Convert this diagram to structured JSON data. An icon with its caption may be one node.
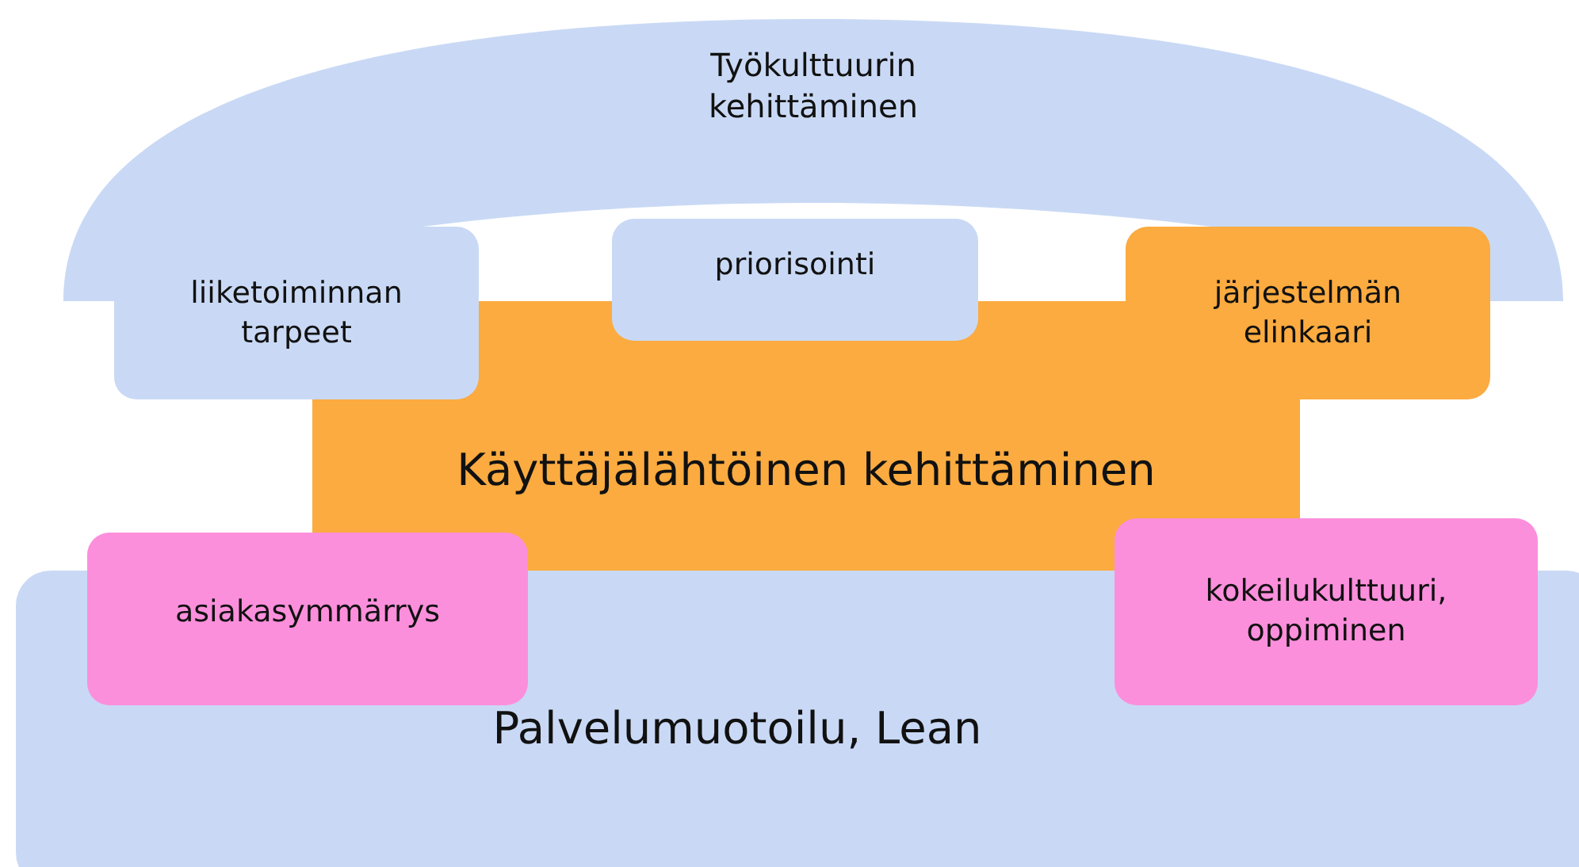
{
  "diagram": {
    "nodes": [
      {
        "text": [
          "Työkulttuurin kehittäminen"
        ]
      },
      {
        "text": [
          "liiketoiminnan tarpeet"
        ]
      },
      {
        "text": [
          "priorisointi"
        ]
      },
      {
        "text": [
          "järjestelmän elinkaari"
        ]
      },
      {
        "text": [
          "Käyttäjälähtöinen kehittäminen"
        ]
      },
      {
        "text": [
          "asiakasymmärrys"
        ]
      },
      {
        "text": [
          "kokeilukulttuuri, oppiminen"
        ]
      },
      {
        "text": [
          "Palvelumuotoilu, Lean"
        ]
      }
    ]
  }
}
